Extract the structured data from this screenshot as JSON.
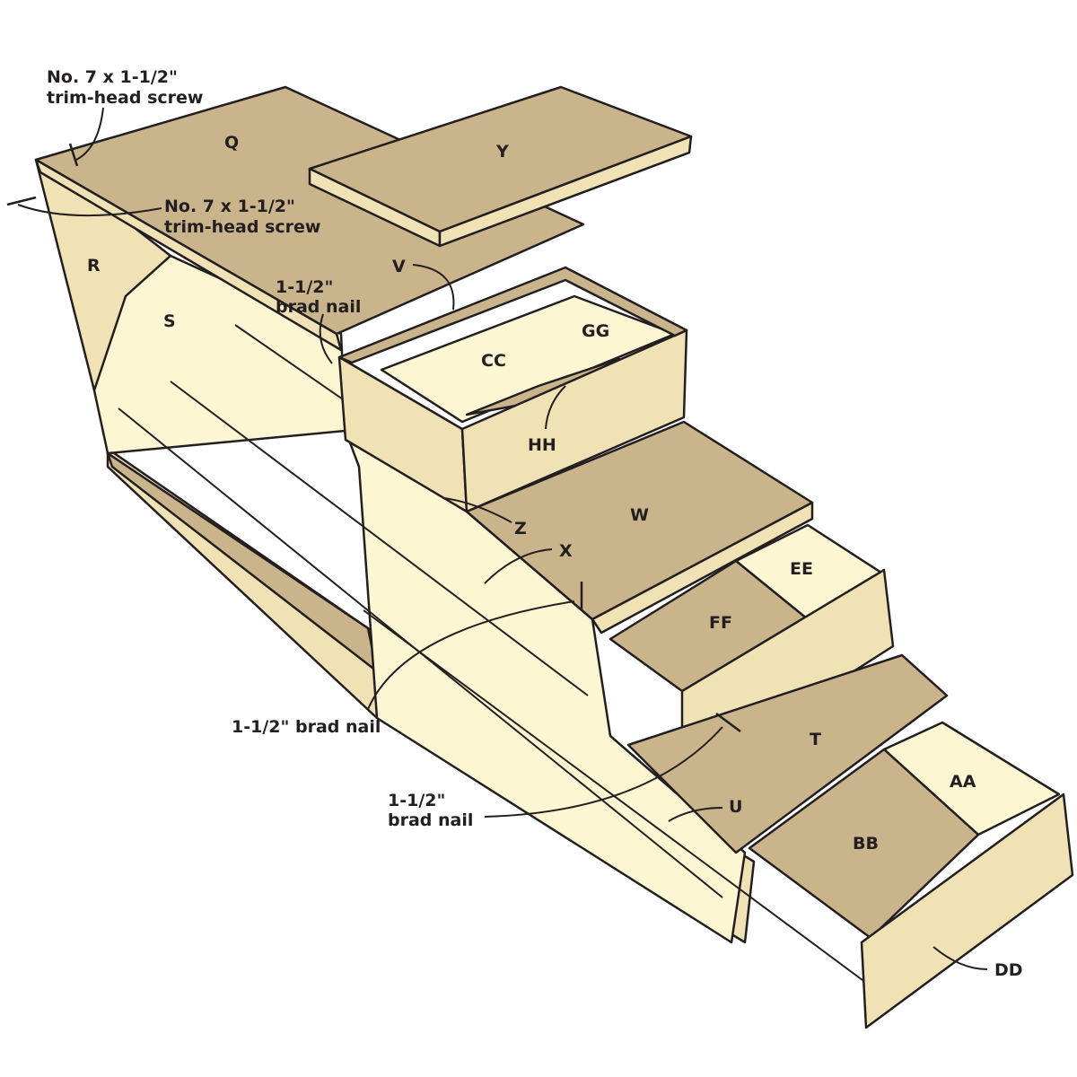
{
  "title": "Drawer cabinet exploded assembly diagram",
  "parts": {
    "Q": "Q",
    "Y": "Y",
    "R": "R",
    "S": "S",
    "V": "V",
    "CC": "CC",
    "GG": "GG",
    "HH": "HH",
    "Z": "Z",
    "W": "W",
    "X": "X",
    "EE": "EE",
    "FF": "FF",
    "T": "T",
    "U": "U",
    "AA": "AA",
    "BB": "BB",
    "DD": "DD"
  },
  "callouts": {
    "screw1_line1": "No. 7 x 1-1/2\"",
    "screw1_line2": "trim-head screw",
    "screw2_line1": "No. 7 x 1-1/2\"",
    "screw2_line2": "trim-head screw",
    "nail1_line1": "1-1/2\"",
    "nail1_line2": "brad nail",
    "nail2": "1-1/2\" brad nail",
    "nail3_line1": "1-1/2\"",
    "nail3_line2": "brad nail"
  },
  "colors": {
    "top": "#c9b48b",
    "face": "#f0e2b4",
    "pale": "#fdf6d2",
    "slide": "#9c9ea1",
    "ink": "#231f20"
  }
}
